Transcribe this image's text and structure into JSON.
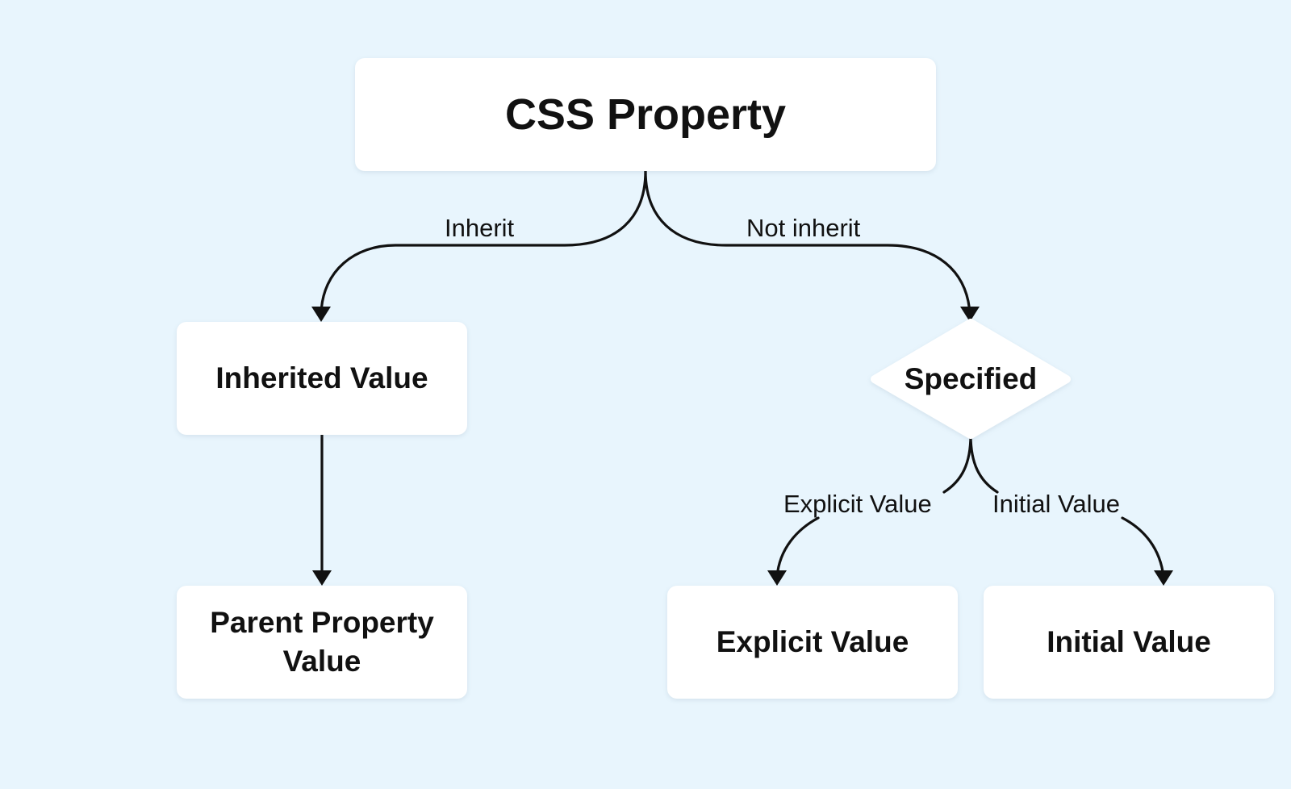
{
  "nodes": {
    "root": "CSS Property",
    "inherited": "Inherited Value",
    "parent": "Parent Property Value",
    "specified": "Specified",
    "explicit": "Explicit Value",
    "initial": "Initial Value"
  },
  "edges": {
    "inherit": "Inherit",
    "not_inherit": "Not inherit",
    "explicit": "Explicit Value",
    "initial": "Initial Value"
  },
  "colors": {
    "background": "#e8f5fd",
    "node_fill": "#ffffff",
    "stroke": "#111111"
  }
}
